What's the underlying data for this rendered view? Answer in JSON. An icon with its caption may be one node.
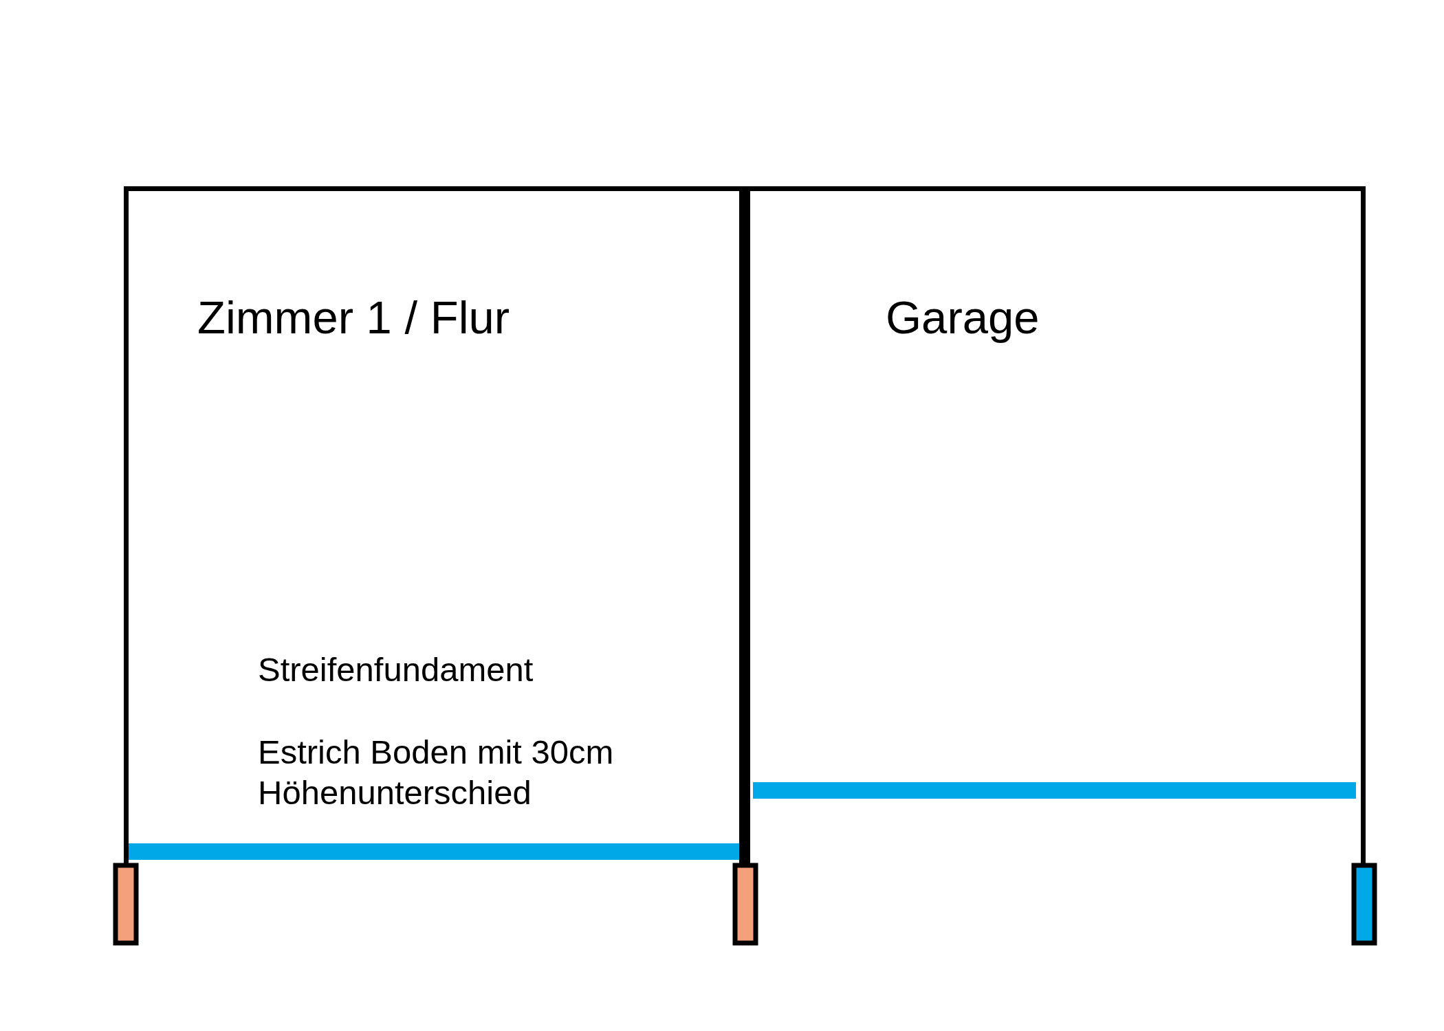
{
  "diagram": {
    "nodes": [
      {
        "text": [
          "Zimmer 1 / Flur"
        ]
      },
      {
        "text": [
          "Garage"
        ]
      }
    ],
    "labels": [
      "Streifenfundament",
      "Estrich Boden mit 30cm Höhenunterschied"
    ]
  }
}
